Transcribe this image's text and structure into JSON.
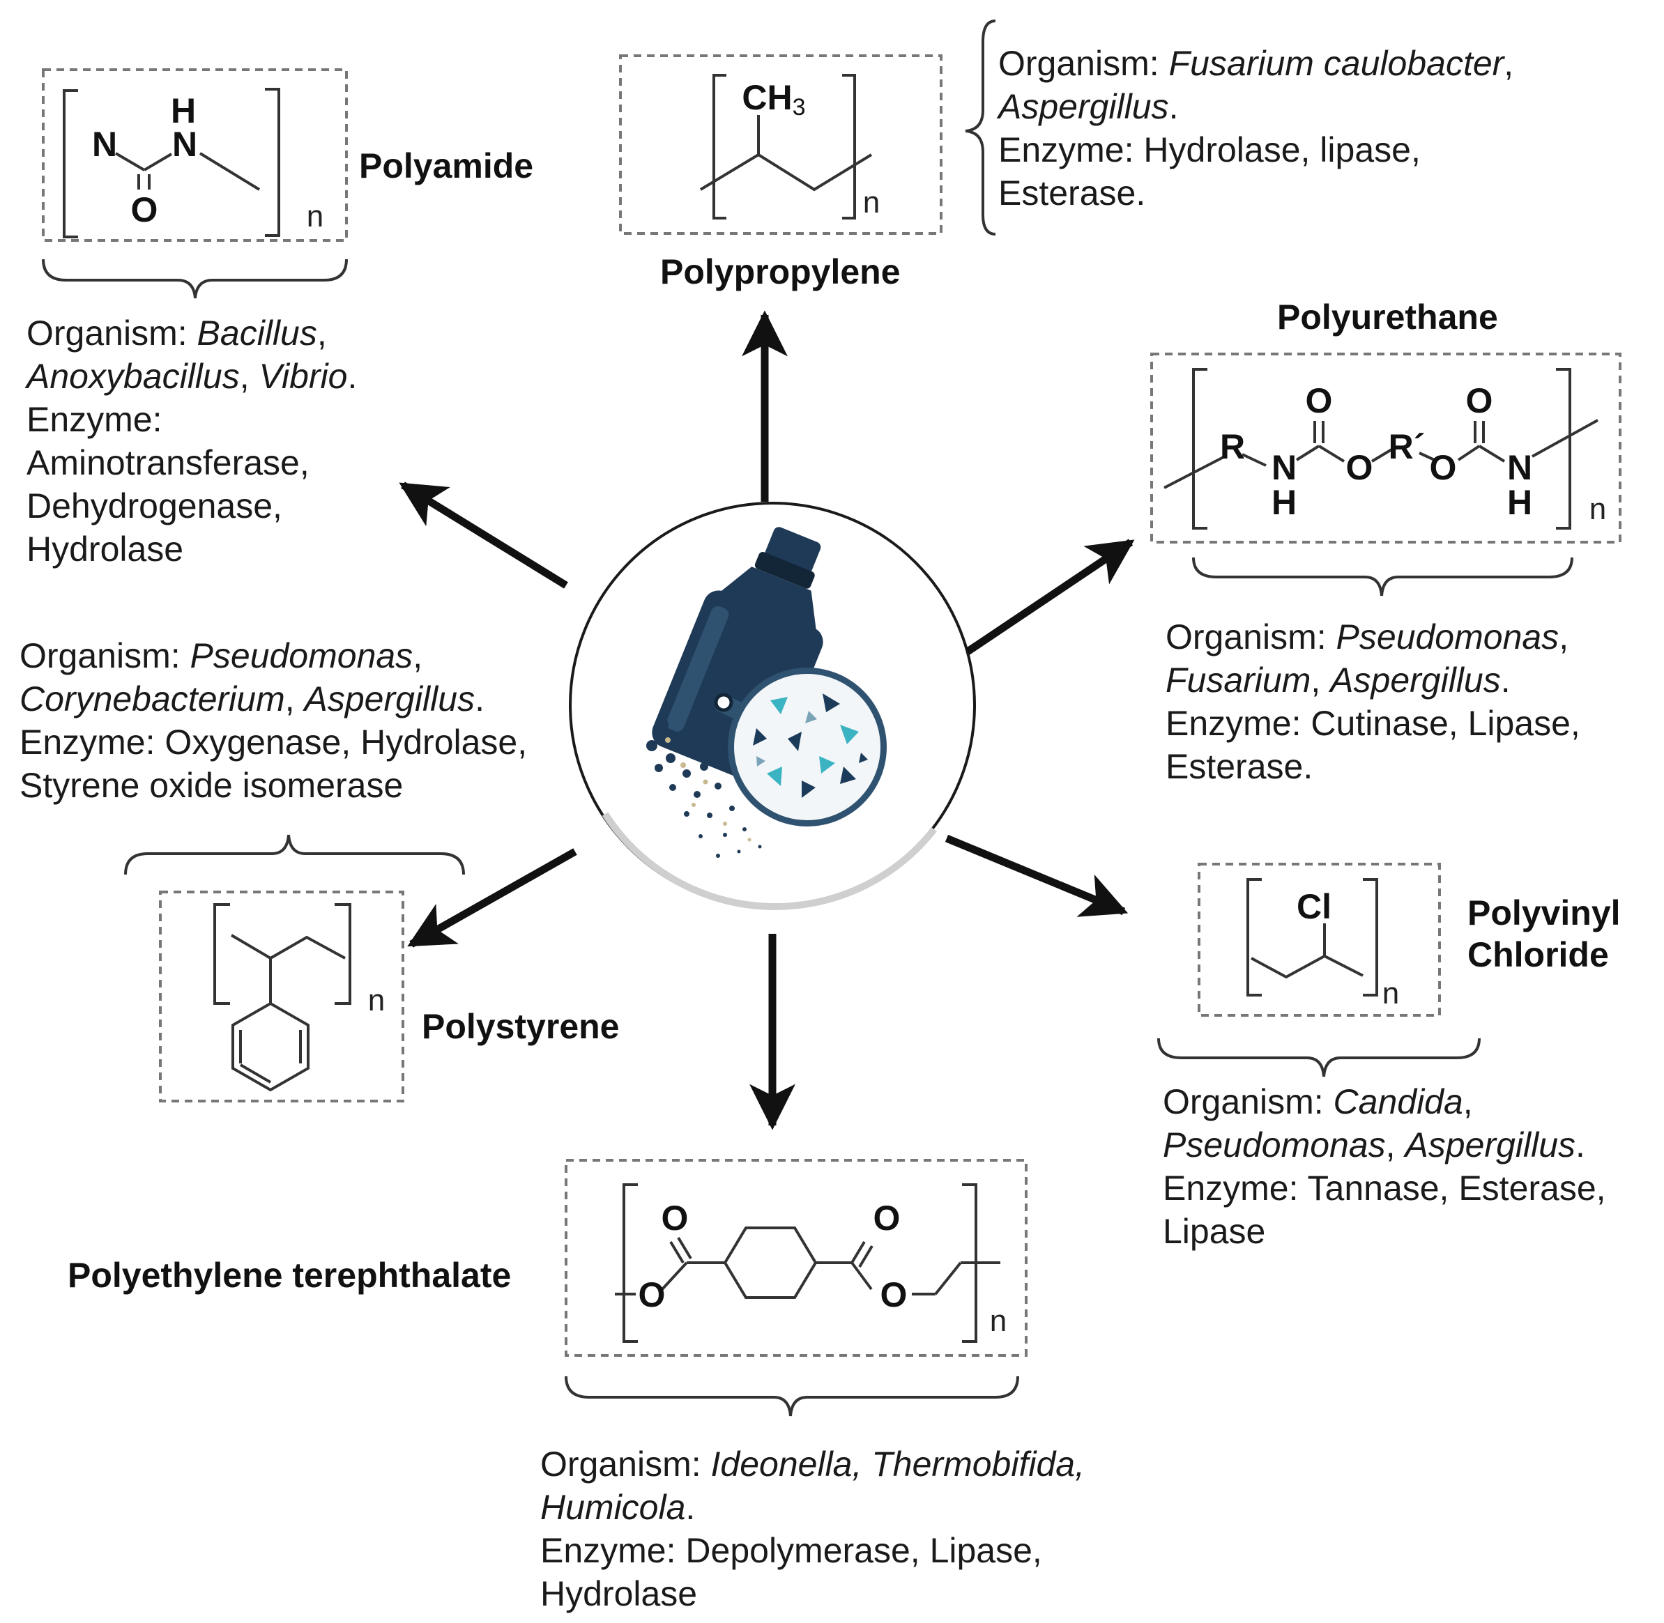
{
  "center_icon": "bottle-microplastic-magnifier-icon",
  "colors": {
    "arrow": "#111111",
    "bottle": "#1f3a56",
    "bottle_dark": "#132638",
    "lens_rim": "#2f5270",
    "fragment_teal": "#3bb3c3",
    "fragment_navy": "#1c3b5a",
    "dashed_box": "#777777"
  },
  "polymers": {
    "polyamide": {
      "name": "Polyamide",
      "atoms": {
        "n_left": "N",
        "n_amide": "N",
        "h": "H",
        "o": "O",
        "repeat": "n"
      },
      "organism_label": "Organism:",
      "organisms": [
        "Bacillus",
        "Anoxybacillus",
        "Vibrio"
      ],
      "enzyme_label": "Enzyme:",
      "enzymes": [
        "Aminotransferase,",
        "Dehydrogenase,",
        "Hydrolase"
      ]
    },
    "polypropylene": {
      "name": "Polypropylene",
      "atoms": {
        "methyl": "CH",
        "methyl_sub": "3",
        "repeat": "n"
      },
      "organism_label": "Organism:",
      "organisms": [
        "Fusarium caulobacter",
        "Aspergillus"
      ],
      "enzyme_label": "Enzyme:",
      "enzymes": [
        "Hydrolase, lipase,",
        "Esterase."
      ]
    },
    "polyurethane": {
      "name": "Polyurethane",
      "atoms": {
        "r": "R",
        "r_prime": "R´",
        "n": "N",
        "h": "H",
        "o": "O",
        "repeat": "n"
      },
      "organism_label": "Organism:",
      "organisms": [
        "Pseudomonas",
        "Fusarium",
        "Aspergillus"
      ],
      "enzyme_label": "Enzyme:",
      "enzymes": [
        "Cutinase, Lipase,",
        "Esterase."
      ]
    },
    "polystyrene": {
      "name": "Polystyrene",
      "atoms": {
        "repeat": "n"
      },
      "organism_label": "Organism:",
      "organisms": [
        "Pseudomonas",
        "Corynebacterium",
        "Aspergillus"
      ],
      "enzyme_label": "Enzyme:",
      "enzymes": [
        "Oxygenase, Hydrolase,",
        "Styrene oxide isomerase"
      ]
    },
    "pvc": {
      "name_line1": "Polyvinyl",
      "name_line2": "Chloride",
      "atoms": {
        "cl": "Cl",
        "repeat": "n"
      },
      "organism_label": "Organism:",
      "organisms": [
        "Candida",
        "Pseudomonas",
        "Aspergillus"
      ],
      "enzyme_label": "Enzyme:",
      "enzymes": [
        "Tannase, Esterase,",
        "Lipase"
      ]
    },
    "pet": {
      "name": "Polyethylene terephthalate",
      "atoms": {
        "o": "O",
        "repeat": "n"
      },
      "organism_label": "Organism:",
      "organisms": [
        "Ideonella, Thermobifida,",
        "Humicola"
      ],
      "enzyme_label": "Enzyme:",
      "enzymes": [
        "Depolymerase, Lipase,",
        "Hydrolase"
      ]
    }
  }
}
